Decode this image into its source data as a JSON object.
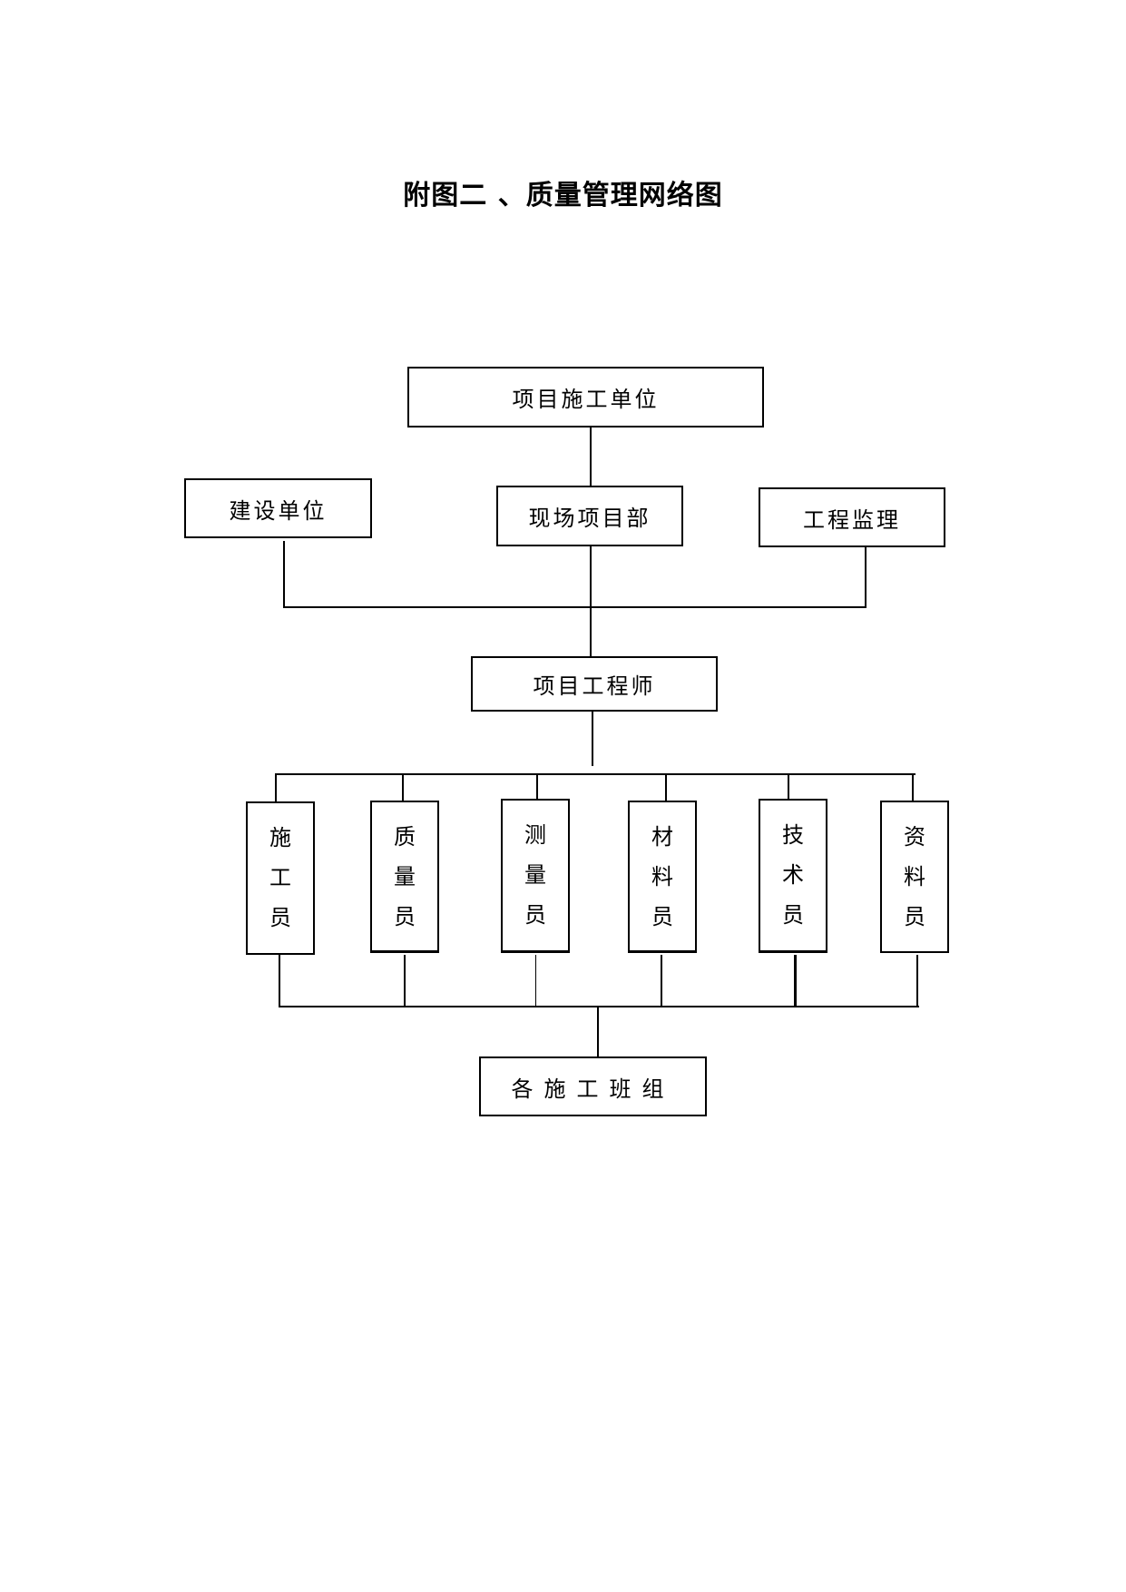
{
  "title": "附图二 、质量管理网络图",
  "nodes": {
    "project_unit": "项目施工单位",
    "construction_unit": "建设单位",
    "site_dept": "现场项目部",
    "supervision": "工程监理",
    "project_engineer": "项目工程师",
    "teams": "各施工班组"
  },
  "staff": [
    {
      "chars": [
        "施",
        "工",
        "员"
      ]
    },
    {
      "chars": [
        "质",
        "量",
        "员"
      ]
    },
    {
      "chars": [
        "测",
        "量",
        "员"
      ]
    },
    {
      "chars": [
        "材",
        "料",
        "员"
      ]
    },
    {
      "chars": [
        "技",
        "术",
        "员"
      ]
    },
    {
      "chars": [
        "资",
        "料",
        "员"
      ]
    }
  ]
}
